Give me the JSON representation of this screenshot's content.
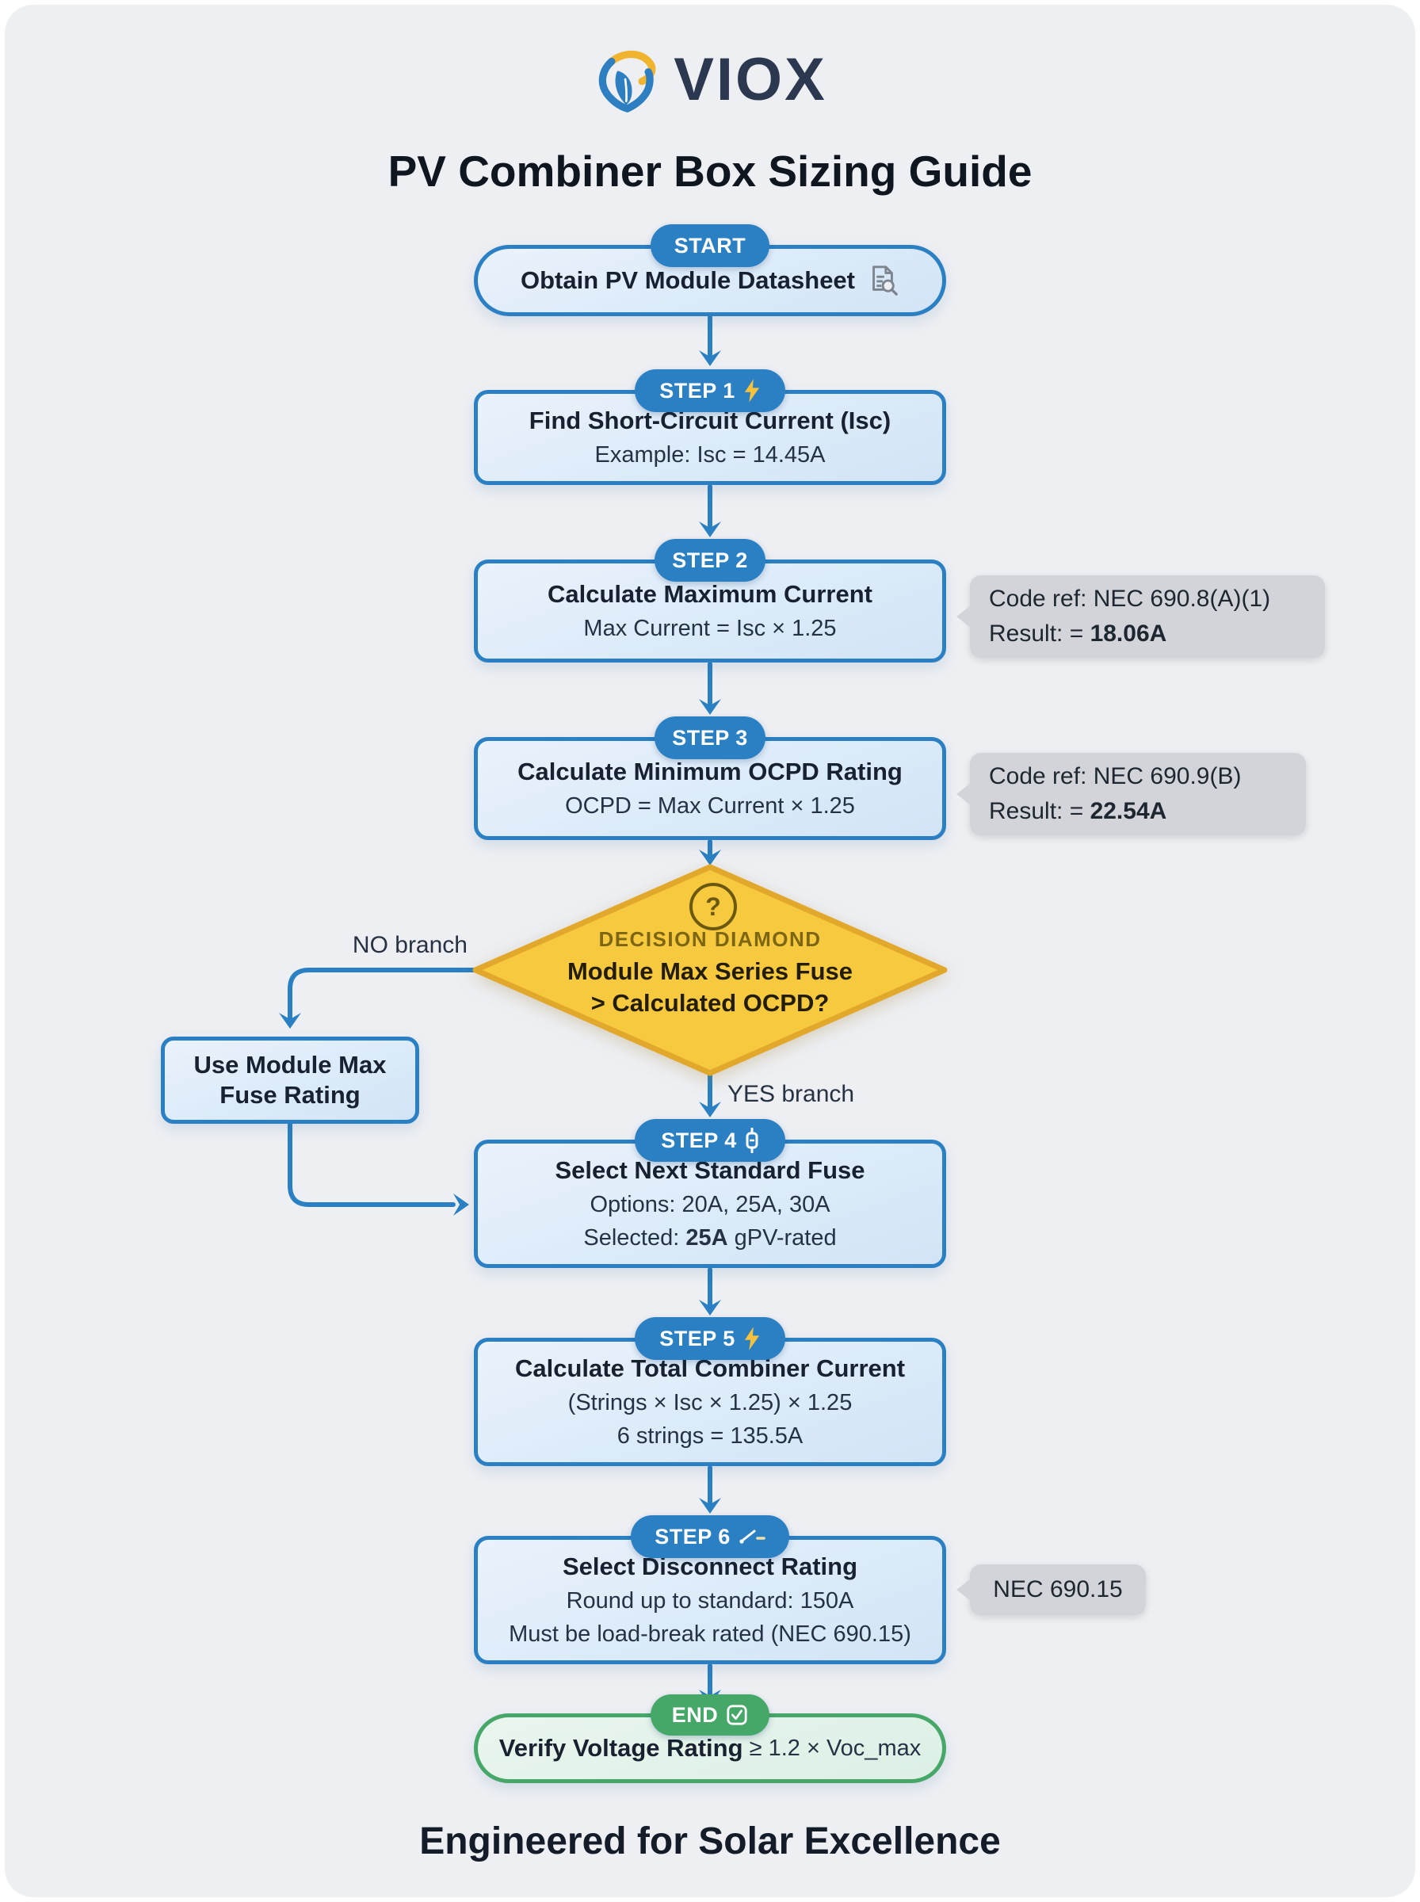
{
  "page": {
    "brand": "VIOX",
    "title": "PV Combiner Box Sizing Guide",
    "footer": "Engineered for Solar Excellence"
  },
  "labels": {
    "no_branch": "NO branch",
    "yes_branch": "YES branch"
  },
  "nodes": {
    "start": {
      "badge": "START",
      "title": "Obtain PV Module Datasheet"
    },
    "step1": {
      "badge": "STEP 1",
      "title": "Find Short-Circuit Current (Isc)",
      "line2": "Example: Isc = 14.45A"
    },
    "step2": {
      "badge": "STEP 2",
      "title": "Calculate Maximum Current",
      "line2": "Max Current = Isc × 1.25"
    },
    "step3": {
      "badge": "STEP 3",
      "title": "Calculate Minimum OCPD Rating",
      "line2": "OCPD = Max Current × 1.25"
    },
    "decision": {
      "icon": "?",
      "label": "DECISION DIAMOND",
      "line1": "Module Max Series Fuse",
      "line2": "> Calculated OCPD?"
    },
    "no_box": {
      "line1": "Use Module Max",
      "line2": "Fuse Rating"
    },
    "step4": {
      "badge": "STEP 4",
      "title": "Select Next Standard Fuse",
      "line2": "Options: 20A, 25A, 30A",
      "line3_prefix": "Selected: ",
      "line3_bold": "25A",
      "line3_suffix": " gPV-rated"
    },
    "step5": {
      "badge": "STEP 5",
      "title": "Calculate Total Combiner Current",
      "line2": "(Strings × Isc × 1.25) × 1.25",
      "line3": "6 strings = 135.5A"
    },
    "step6": {
      "badge": "STEP 6",
      "title": "Select Disconnect Rating",
      "line2": "Round up to standard: 150A",
      "line3": "Must be load-break rated (NEC 690.15)"
    },
    "end": {
      "badge": "END",
      "title_bold": "Verify Voltage Rating",
      "title_rest": " ≥ 1.2 × Voc_max"
    }
  },
  "notes": {
    "note1": {
      "line1": "Code ref: NEC 690.8(A)(1)",
      "line2_prefix": "Result: = ",
      "line2_bold": "18.06A"
    },
    "note2": {
      "line1": "Code ref: NEC 690.9(B)",
      "line2_prefix": "Result: = ",
      "line2_bold": "22.54A"
    },
    "note3": {
      "text": "NEC 690.15"
    }
  },
  "colors": {
    "accent_blue": "#2a80c3",
    "box_fill_blue": "#dcebf9",
    "diamond_fill": "#f6c93e",
    "diamond_border": "#e2a82b",
    "note_gray": "#d2d4d9",
    "green": "#45a768",
    "logo_yellow": "#f0b42e",
    "logo_blue": "#2e7fc2",
    "background": "#edeff3"
  }
}
